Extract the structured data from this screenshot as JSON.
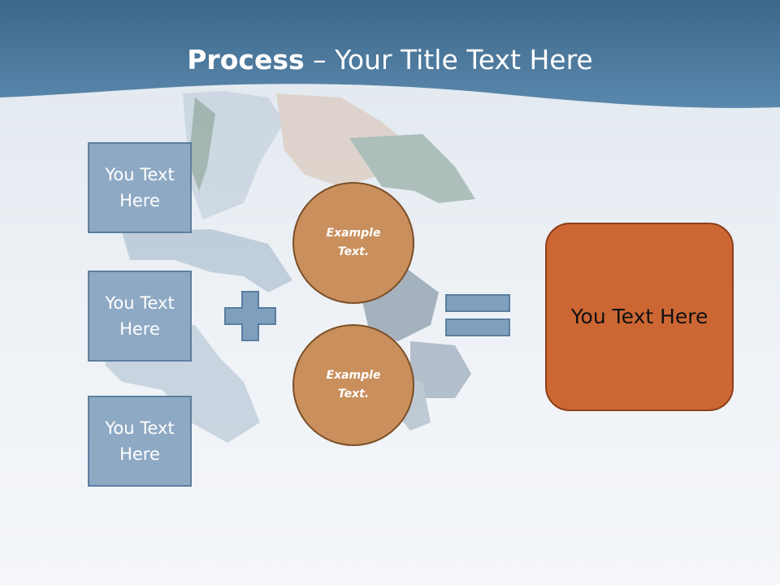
{
  "title": {
    "bold": "Process",
    "rest": " – Your Title Text Here"
  },
  "left_boxes": [
    {
      "label": "You Text\nHere"
    },
    {
      "label": "You Text\nHere"
    },
    {
      "label": "You Text\nHere"
    }
  ],
  "operators": {
    "plus_icon": "plus-icon",
    "equals_icon": "equals-icon"
  },
  "circles": [
    {
      "label": "Example\nText."
    },
    {
      "label": "Example\nText."
    }
  ],
  "result": {
    "label": "You Text Here"
  },
  "colors": {
    "header": "#4b7aa0",
    "left_box_fill": "#8ea9c4",
    "circle_fill": "#c98f5c",
    "result_fill": "#cc6734"
  }
}
